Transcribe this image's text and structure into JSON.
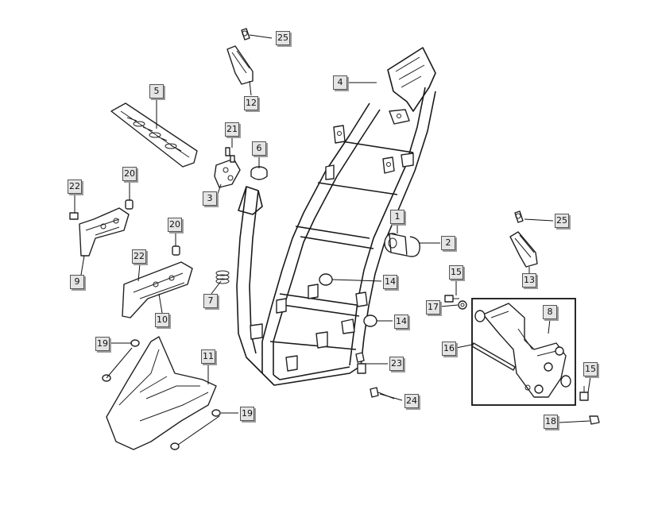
{
  "diagram": {
    "callouts": [
      {
        "id": "c25a",
        "text": "25"
      },
      {
        "id": "c12",
        "text": "12"
      },
      {
        "id": "c5",
        "text": "5"
      },
      {
        "id": "c4",
        "text": "4"
      },
      {
        "id": "c21",
        "text": "21"
      },
      {
        "id": "c6",
        "text": "6"
      },
      {
        "id": "c3",
        "text": "3"
      },
      {
        "id": "c22a",
        "text": "22"
      },
      {
        "id": "c20a",
        "text": "20"
      },
      {
        "id": "c9",
        "text": "9"
      },
      {
        "id": "c20b",
        "text": "20"
      },
      {
        "id": "c22b",
        "text": "22"
      },
      {
        "id": "c10",
        "text": "10"
      },
      {
        "id": "c7",
        "text": "7"
      },
      {
        "id": "c1",
        "text": "1"
      },
      {
        "id": "c2",
        "text": "2"
      },
      {
        "id": "c25b",
        "text": "25"
      },
      {
        "id": "c13",
        "text": "13"
      },
      {
        "id": "c14a",
        "text": "14"
      },
      {
        "id": "c15a",
        "text": "15"
      },
      {
        "id": "c17",
        "text": "17"
      },
      {
        "id": "c8",
        "text": "8"
      },
      {
        "id": "c14b",
        "text": "14"
      },
      {
        "id": "c19a",
        "text": "19"
      },
      {
        "id": "c16",
        "text": "16"
      },
      {
        "id": "c11",
        "text": "11"
      },
      {
        "id": "c23",
        "text": "23"
      },
      {
        "id": "c15b",
        "text": "15"
      },
      {
        "id": "c24",
        "text": "24"
      },
      {
        "id": "c19b",
        "text": "19"
      },
      {
        "id": "c18",
        "text": "18"
      }
    ]
  }
}
